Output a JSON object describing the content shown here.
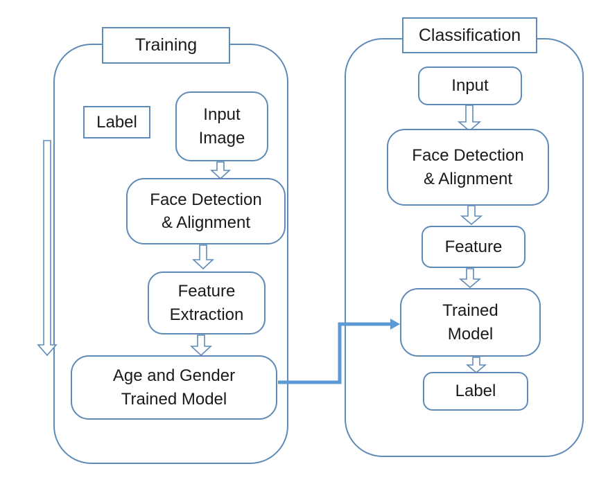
{
  "colors": {
    "outline": "#5e8ab8",
    "connector": "#5b9bd5",
    "text": "#1a1a1a",
    "background": "#ffffff"
  },
  "training": {
    "title": "Training",
    "nodes": {
      "label": "Label",
      "input_image": "Input\nImage",
      "face_detection": "Face Detection\n& Alignment",
      "feature_extraction": "Feature\nExtraction",
      "trained_model": "Age and Gender\nTrained Model"
    }
  },
  "classification": {
    "title": "Classification",
    "nodes": {
      "input": "Input",
      "face_detection": "Face Detection\n& Alignment",
      "feature": "Feature",
      "trained_model": "Trained\nModel",
      "label": "Label"
    }
  },
  "edges": [
    {
      "from": "training.input_image",
      "to": "training.face_detection",
      "style": "hollow-down-arrow"
    },
    {
      "from": "training.face_detection",
      "to": "training.feature_extraction",
      "style": "hollow-down-arrow"
    },
    {
      "from": "training.feature_extraction",
      "to": "training.trained_model",
      "style": "hollow-down-arrow"
    },
    {
      "from": "training",
      "to": "training",
      "style": "hollow-down-arrow-long-left-sequence"
    },
    {
      "from": "training.trained_model",
      "to": "classification.trained_model",
      "style": "solid-elbow-arrow"
    },
    {
      "from": "classification.input",
      "to": "classification.face_detection",
      "style": "hollow-down-arrow"
    },
    {
      "from": "classification.face_detection",
      "to": "classification.feature",
      "style": "hollow-down-arrow"
    },
    {
      "from": "classification.feature",
      "to": "classification.trained_model",
      "style": "hollow-down-arrow"
    },
    {
      "from": "classification.trained_model",
      "to": "classification.label",
      "style": "hollow-down-arrow"
    }
  ]
}
